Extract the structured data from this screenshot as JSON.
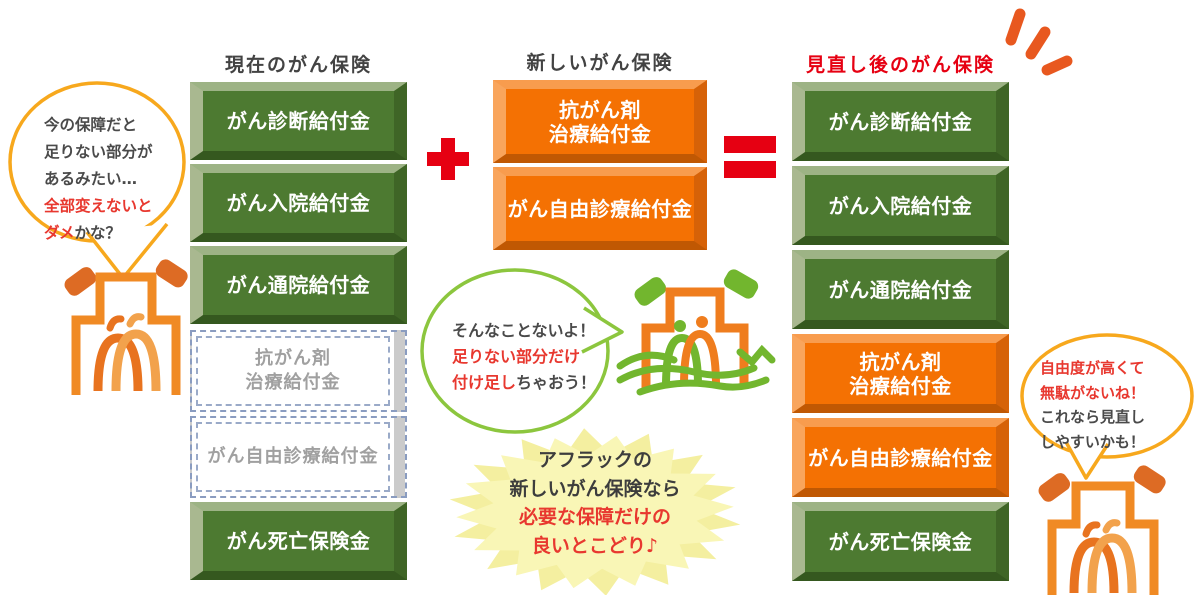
{
  "colors": {
    "red_accent": "#e60012",
    "text_dark": "#4a4a4a",
    "text_red": "#e8382f",
    "green_block_face": "#4d7a31",
    "orange_block_face": "#f47103",
    "ghost_text": "#a0a0a0",
    "ghost_border": "#8a9cc0",
    "bubble_orange_outline": "#f7a81d",
    "bubble_green_outline": "#8cc63e",
    "starburst_yellow": "#f6f2a0",
    "character_orange": "#ef8222",
    "character_green": "#72b62e"
  },
  "columns": {
    "current": {
      "title": "現在のがん保険",
      "blocks": [
        {
          "label": "がん診断給付金",
          "type": "green"
        },
        {
          "label": "がん入院給付金",
          "type": "green"
        },
        {
          "label": "がん通院給付金",
          "type": "green"
        },
        {
          "label": "抗がん剤\n治療給付金",
          "type": "ghost"
        },
        {
          "label": "がん自由診療給付金",
          "type": "ghost"
        },
        {
          "label": "がん死亡保険金",
          "type": "green"
        }
      ]
    },
    "new": {
      "title": "新しいがん保険",
      "blocks": [
        {
          "label": "抗がん剤\n治療給付金",
          "type": "orange"
        },
        {
          "label": "がん自由診療給付金",
          "type": "orange"
        }
      ]
    },
    "after": {
      "title": "見直し後のがん保険",
      "blocks": [
        {
          "label": "がん診断給付金",
          "type": "green"
        },
        {
          "label": "がん入院給付金",
          "type": "green"
        },
        {
          "label": "がん通院給付金",
          "type": "green"
        },
        {
          "label": "抗がん剤\n治療給付金",
          "type": "orange"
        },
        {
          "label": "がん自由診療給付金",
          "type": "orange"
        },
        {
          "label": "がん死亡保険金",
          "type": "green"
        }
      ]
    }
  },
  "operators": {
    "plus": "+",
    "equals": "="
  },
  "bubbles": {
    "left": {
      "segments": [
        {
          "text": "今の保障だと",
          "red": false
        },
        {
          "text": "足りない部分が",
          "red": false
        },
        {
          "text": "あるみたい…",
          "red": false
        },
        {
          "text": "全部変えないと",
          "red": true
        },
        {
          "text": "ダメ",
          "red": true
        },
        {
          "text": "かな？",
          "red": false
        }
      ]
    },
    "middle": {
      "segments": [
        {
          "text": "そんなことないよ！",
          "red": false
        },
        {
          "text": "足りない部分だけ",
          "red": true
        },
        {
          "text": "付け足し",
          "red": true
        },
        {
          "text": "ちゃおう！",
          "red": false
        }
      ]
    },
    "right": {
      "segments": [
        {
          "text": "自由度が高くて",
          "red": true
        },
        {
          "text": "無駄がないね！",
          "red": true
        },
        {
          "text": "これなら見直し",
          "red": false
        },
        {
          "text": "しやすいかも！",
          "red": false
        }
      ]
    }
  },
  "starburst": {
    "lines": [
      {
        "text": "アフラックの",
        "red": false
      },
      {
        "text": "新しいがん保険なら",
        "red": false
      },
      {
        "text": "必要な保障だけの",
        "red": true
      },
      {
        "text": "良いとこどり♪",
        "red": true
      }
    ]
  }
}
